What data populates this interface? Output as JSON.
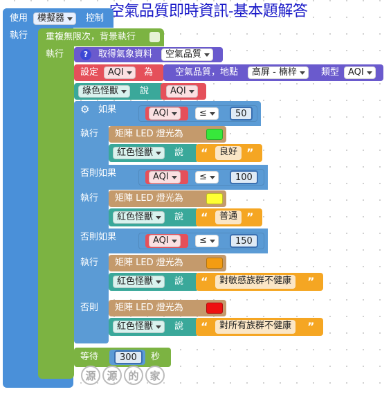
{
  "title": "空氣品質即時資訊-基本題解答",
  "colors": {
    "control_blue": "#4a90d9",
    "loop_green": "#7cb342",
    "action_purple": "#6a5acd",
    "var_red": "#e5505a",
    "logic_blue": "#5b9bd5",
    "led_tan": "#c49a6c",
    "teal": "#3aa89a",
    "string_orange": "#f5a623",
    "led_green": "#37e83b",
    "led_yellow": "#ffff33",
    "led_orange": "#f39c12",
    "led_red": "#ee1111"
  },
  "top": {
    "use": "使用",
    "device": "模擬器",
    "control": "控制",
    "exec": "執行"
  },
  "loop": {
    "label": "重複無限次，背景執行",
    "exec": "執行"
  },
  "fetch": {
    "label": "取得氣象資料",
    "type": "空氣品質"
  },
  "set": {
    "label": "設定",
    "var": "AQI",
    "eq": "為",
    "source": "空氣品質，地點",
    "location": "高屏 - 楠梓",
    "kind_label": "類型",
    "kind": "AQI"
  },
  "say_top": {
    "monster": "綠色怪獸",
    "say": "說",
    "var": "AQI"
  },
  "if_block": {
    "if_label": "如果",
    "elseif_label": "否則如果",
    "else_label": "否則",
    "exec_label": "執行",
    "led_label": "矩陣 LED 燈光為",
    "say_label": "說",
    "conds": [
      {
        "var": "AQI",
        "op": "≤",
        "value": "50"
      },
      {
        "var": "AQI",
        "op": "≤",
        "value": "100"
      },
      {
        "var": "AQI",
        "op": "≤",
        "value": "150"
      }
    ],
    "branches": [
      {
        "monster": "紅色怪獸",
        "text": "良好"
      },
      {
        "monster": "紅色怪獸",
        "text": "普通"
      },
      {
        "monster": "紅色怪獸",
        "text": "對敏感族群不健康"
      },
      {
        "monster": "紅色怪獸",
        "text": "對所有族群不健康"
      }
    ]
  },
  "wait": {
    "label": "等待",
    "value": "300",
    "unit": "秒"
  },
  "watermark": [
    "源",
    "源",
    "的",
    "家"
  ]
}
